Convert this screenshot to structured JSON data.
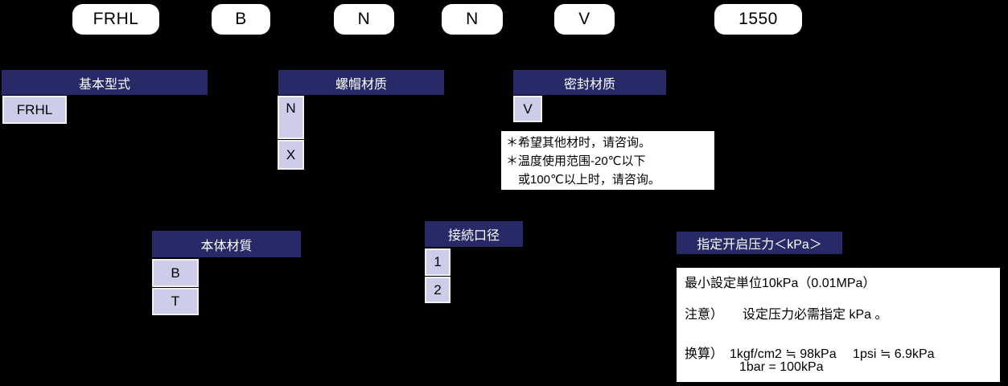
{
  "model_code": {
    "segments": [
      {
        "label": "FRHL"
      },
      {
        "label": "B"
      },
      {
        "label": "N"
      },
      {
        "label": "N"
      },
      {
        "label": "V"
      },
      {
        "label": "1550"
      }
    ]
  },
  "sections": {
    "basic_type": {
      "title": "基本型式",
      "options": [
        "FRHL"
      ]
    },
    "nut_material": {
      "title": "螺帽材质",
      "options": [
        "N",
        "X"
      ]
    },
    "seal_material": {
      "title": "密封材质",
      "options": [
        "V"
      ],
      "note_lines": [
        "＊希望其他材时，请咨询。",
        "＊温度使用范围-20℃以下",
        "　或100℃以上时，请咨询。"
      ]
    },
    "body_material": {
      "title": "本体材質",
      "options": [
        "B",
        "T"
      ]
    },
    "connection_size": {
      "title": "接続口径",
      "options": [
        "1",
        "2"
      ]
    },
    "opening_pressure": {
      "title": "指定开启压力＜kPa＞",
      "lines": [
        "最小設定単位10kPa（0.01MPa）",
        "注意）　　设定压力必需指定 kPa 。",
        "换算）　1kgf/cm2 ≒ 98kPa　 1psi ≒ 6.9kPa",
        "1bar = 100kPa"
      ]
    }
  },
  "colors": {
    "background": "#000000",
    "header_bg": "#272a66",
    "header_text": "#ffffff",
    "cell_bg": "#cdcdea",
    "cell_border": "#efefef",
    "cell_text": "#000000",
    "pill_bg": "#ffffff",
    "pill_text": "#000000",
    "note_bg": "#ffffff",
    "note_text": "#000000"
  }
}
